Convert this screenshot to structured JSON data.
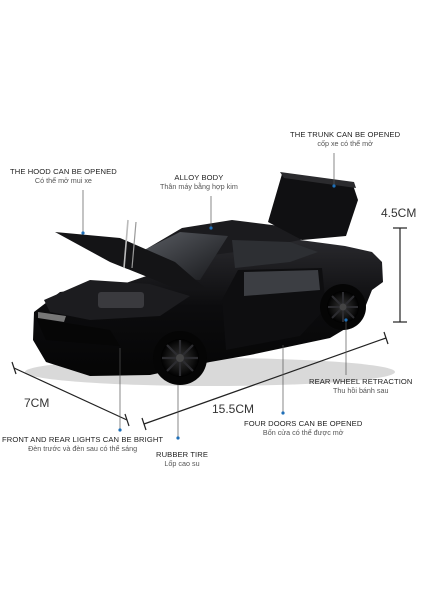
{
  "labels": {
    "trunk": {
      "en": "THE TRUNK CAN BE OPENED",
      "vi": "cốp xe có thể mở"
    },
    "hood": {
      "en": "THE HOOD CAN BE OPENED",
      "vi": "Có thể mở mui xe"
    },
    "alloy": {
      "en": "ALLOY BODY",
      "vi": "Thân máy bằng hợp kim"
    },
    "rear": {
      "en": "REAR WHEEL RETRACTION",
      "vi": "Thu hồi bánh sau"
    },
    "lights": {
      "en": "FRONT AND REAR LIGHTS CAN BE BRIGHT",
      "vi": "Đèn trước và đèn sau có thể sáng"
    },
    "tire": {
      "en": "RUBBER TIRE",
      "vi": "Lốp cao su"
    },
    "doors": {
      "en": "FOUR DOORS CAN BE OPENED",
      "vi": "Bốn cửa có thể được mở"
    }
  },
  "dimensions": {
    "height": "4.5CM",
    "width": "7CM",
    "length": "15.5CM"
  },
  "colors": {
    "car_body": "#0b0b0d",
    "leader_line": "#333333",
    "leader_dot": "#1e6fb8"
  }
}
